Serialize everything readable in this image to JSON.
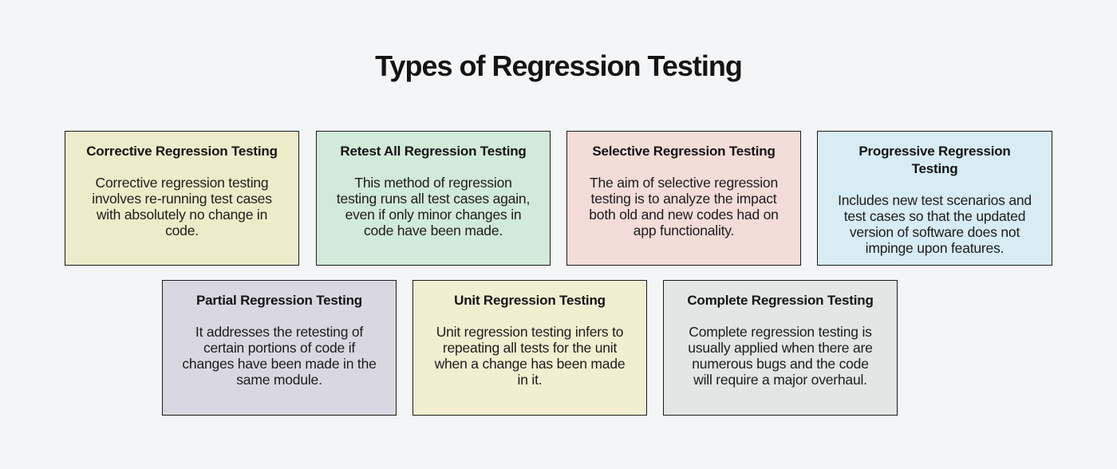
{
  "page": {
    "title": "Types of Regression Testing",
    "background": "#f4f5f7",
    "card_border_color": "#1b1b1b",
    "text_color": "#1c1c1c"
  },
  "cards": [
    {
      "title": "Corrective Regression Testing",
      "body": "Corrective regression testing involves re-running test cases with absolutely no change in code.",
      "bg": "#edecca"
    },
    {
      "title": "Retest All Regression Testing",
      "body": "This method of regression testing runs all test cases again, even if only minor changes in code have been made.",
      "bg": "#d2ead9"
    },
    {
      "title": "Selective Regression Testing",
      "body": "The aim of selective regression testing is to analyze the impact both old and new codes had on app functionality.",
      "bg": "#f4dcd8"
    },
    {
      "title": "Progressive Regression Testing",
      "body": "Includes new test scenarios and test cases so that the updated version of software does not impinge upon features.",
      "bg": "#d7ecf4"
    },
    {
      "title": "Partial Regression Testing",
      "body": "It addresses the retesting of certain portions of code if changes have been made in the same module.",
      "bg": "#d9d8e2"
    },
    {
      "title": "Unit Regression Testing",
      "body": "Unit regression testing infers to repeating all tests for the unit when a change has been made in it.",
      "bg": "#f2eed2"
    },
    {
      "title": "Complete Regression Testing",
      "body": "Complete regression testing is usually applied when there are numerous bugs and the code will require a major overhaul.",
      "bg": "#e2e6e5"
    }
  ]
}
